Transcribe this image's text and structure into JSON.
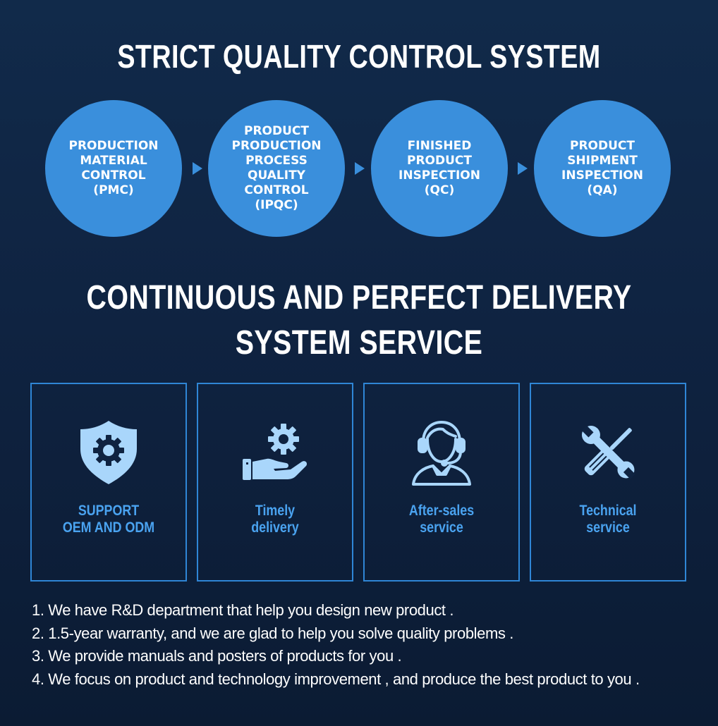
{
  "quality_section": {
    "title": "STRICT QUALITY CONTROL SYSTEM",
    "steps": [
      {
        "label": "PRODUCTION\nMATERIAL\nCONTROL\n(PMC)"
      },
      {
        "label": "PRODUCT\nPRODUCTION\nPROCESS\nQUALITY\nCONTROL\n(IPQC)"
      },
      {
        "label": "FINISHED\nPRODUCT\nINSPECTION\n(QC)"
      },
      {
        "label": "PRODUCT\nSHIPMENT\nINSPECTION\n(QA)"
      }
    ]
  },
  "delivery_section": {
    "title_line1": "CONTINUOUS AND PERFECT DELIVERY",
    "title_line2": "SYSTEM SERVICE",
    "cards": [
      {
        "icon": "shield-gear-icon",
        "label": "SUPPORT\nOEM AND ODM"
      },
      {
        "icon": "hand-gear-icon",
        "label": "Timely\ndelivery"
      },
      {
        "icon": "headset-agent-icon",
        "label": "After-sales\nservice"
      },
      {
        "icon": "wrench-screwdriver-icon",
        "label": "Technical\nservice"
      }
    ]
  },
  "notes": [
    "1. We have R&D department that help you design new product  .",
    "2. 1.5-year warranty, and we are glad to help you solve quality problems .",
    "3. We provide manuals and posters of products for you  .",
    "4. We focus on product and technology improvement , and produce the best product to you ."
  ],
  "colors": {
    "background": "#0f2341",
    "accent": "#3a8fdc",
    "card_border": "#2f86d6",
    "card_text": "#4aa3f0",
    "icon": "#a9d6fb"
  }
}
